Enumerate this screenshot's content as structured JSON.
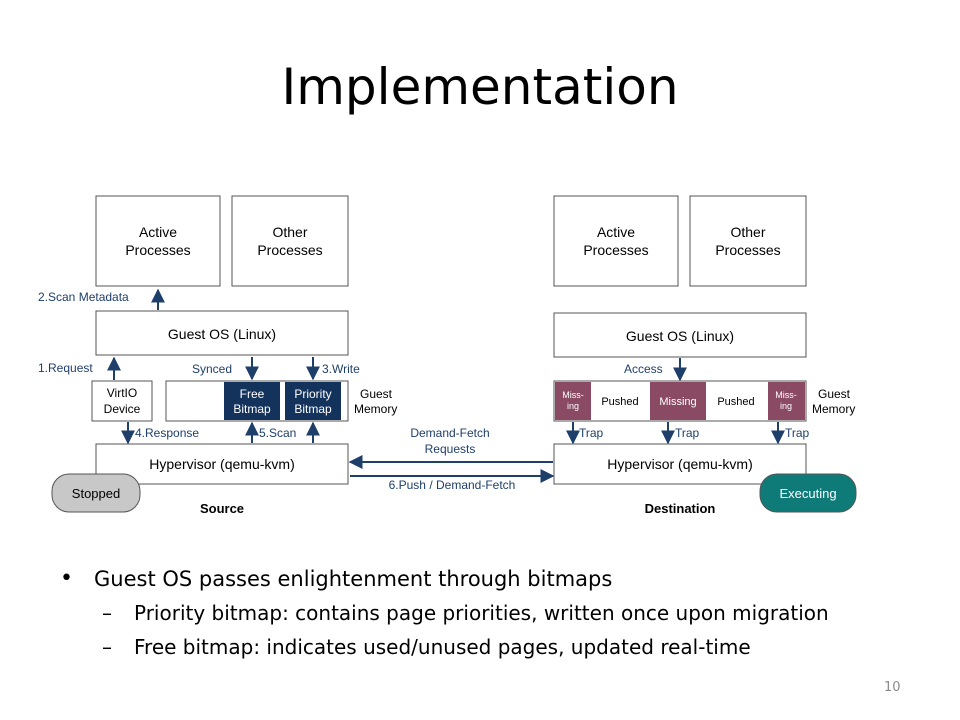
{
  "slide": {
    "title": "Implementation",
    "page_number": "10"
  },
  "diagram": {
    "source": {
      "caption": "Source",
      "active_processes": [
        "Active",
        "Processes"
      ],
      "other_processes": [
        "Other",
        "Processes"
      ],
      "guest_os": "Guest OS (Linux)",
      "virtio_device": [
        "VirtIO",
        "Device"
      ],
      "free_bitmap": [
        "Free",
        "Bitmap"
      ],
      "priority_bitmap": [
        "Priority",
        "Bitmap"
      ],
      "guest_memory": [
        "Guest",
        "Memory"
      ],
      "hypervisor": "Hypervisor (qemu-kvm)",
      "state": "Stopped",
      "labels": {
        "scan_metadata": "2.Scan Metadata",
        "request": "1.Request",
        "synced": "Synced",
        "write": "3.Write",
        "response": "4.Response",
        "scan": "5.Scan"
      }
    },
    "middle": {
      "demand_fetch": [
        "Demand-Fetch",
        "Requests"
      ],
      "push": "6.Push / Demand-Fetch"
    },
    "destination": {
      "caption": "Destination",
      "active_processes": [
        "Active",
        "Processes"
      ],
      "other_processes": [
        "Other",
        "Processes"
      ],
      "guest_os": "Guest OS (Linux)",
      "access": "Access",
      "missing_left": [
        "Miss-",
        "ing"
      ],
      "pushed_left": "Pushed",
      "missing_center": "Missing",
      "pushed_right": "Pushed",
      "missing_right": [
        "Miss-",
        "ing"
      ],
      "guest_memory": [
        "Guest",
        "Memory"
      ],
      "traps": [
        "Trap",
        "Trap",
        "Trap"
      ],
      "hypervisor": "Hypervisor (qemu-kvm)",
      "state": "Executing"
    },
    "colors": {
      "arrow": "#1f3f6b",
      "bitmap_fill": "#13325c",
      "missing_fill": "#8a4a63",
      "stopped_fill": "#c8c8c8",
      "executing_fill": "#0f7b78"
    }
  },
  "bullets": [
    {
      "text": "Guest OS passes enlightenment through bitmaps",
      "sub": [
        "Priority bitmap: contains page priorities, written once upon migration",
        "Free bitmap: indicates used/unused pages, updated real-time"
      ]
    }
  ]
}
